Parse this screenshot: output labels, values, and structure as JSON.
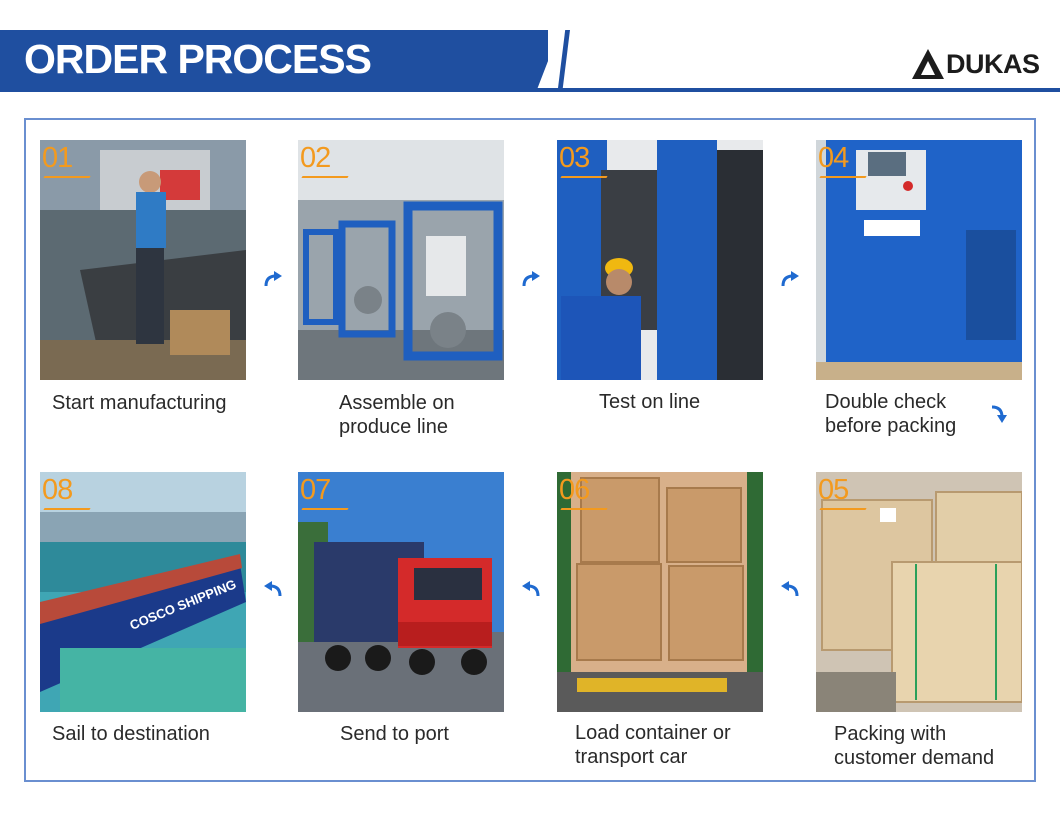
{
  "header": {
    "title": "ORDER PROCESS",
    "brand": "DUKAS",
    "accent_color": "#1f4fa0",
    "number_color": "#f39a1e"
  },
  "steps": [
    {
      "number": "01",
      "caption_line1": "Start manufacturing",
      "caption_line2": ""
    },
    {
      "number": "02",
      "caption_line1": "Assemble on",
      "caption_line2": "produce line"
    },
    {
      "number": "03",
      "caption_line1": "Test on line",
      "caption_line2": ""
    },
    {
      "number": "04",
      "caption_line1": "Double check",
      "caption_line2": "before packing"
    },
    {
      "number": "05",
      "caption_line1": "Packing with",
      "caption_line2": "customer demand"
    },
    {
      "number": "06",
      "caption_line1": "Load container or",
      "caption_line2": "transport car"
    },
    {
      "number": "07",
      "caption_line1": "Send to port",
      "caption_line2": ""
    },
    {
      "number": "08",
      "caption_line1": "Sail to destination",
      "caption_line2": ""
    }
  ],
  "photo_text": {
    "ship_name": "COSCO SHIPPING"
  },
  "icons": [
    "arrow-right-curved-icon",
    "arrow-down-curved-icon",
    "arrow-left-curved-icon",
    "brand-logo-icon"
  ]
}
